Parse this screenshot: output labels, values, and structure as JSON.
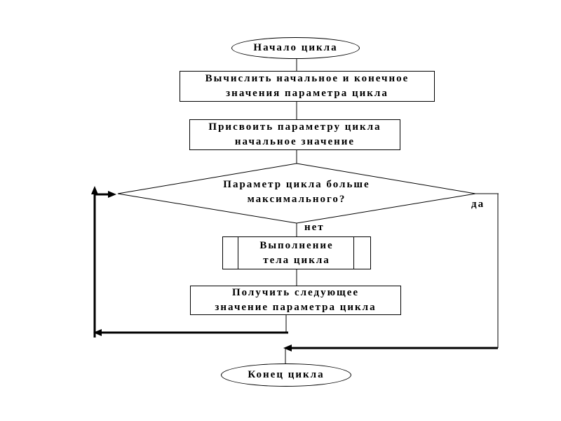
{
  "canvas": {
    "background_color": "#ffffff",
    "line_color": "#000000",
    "text_color": "#000000"
  },
  "flowchart": {
    "nodes": {
      "start": {
        "type": "terminator",
        "label": "Начало цикла"
      },
      "compute_bounds": {
        "type": "process",
        "line1": "Вычислить начальное и конечное",
        "line2": "значения параметра цикла"
      },
      "assign_initial": {
        "type": "process",
        "line1": "Присвоить параметру цикла",
        "line2": "начальное значение"
      },
      "condition": {
        "type": "decision",
        "line1": "Параметр цикла больше",
        "line2": "максимального?"
      },
      "loop_body": {
        "type": "predefined-process",
        "line1": "Выполнение",
        "line2": "тела цикла"
      },
      "next_value": {
        "type": "process",
        "line1": "Получить следующее",
        "line2": "значение параметра цикла"
      },
      "end": {
        "type": "terminator",
        "label": "Конец цикла"
      }
    },
    "branch_labels": {
      "yes": "да",
      "no": "нет"
    }
  }
}
